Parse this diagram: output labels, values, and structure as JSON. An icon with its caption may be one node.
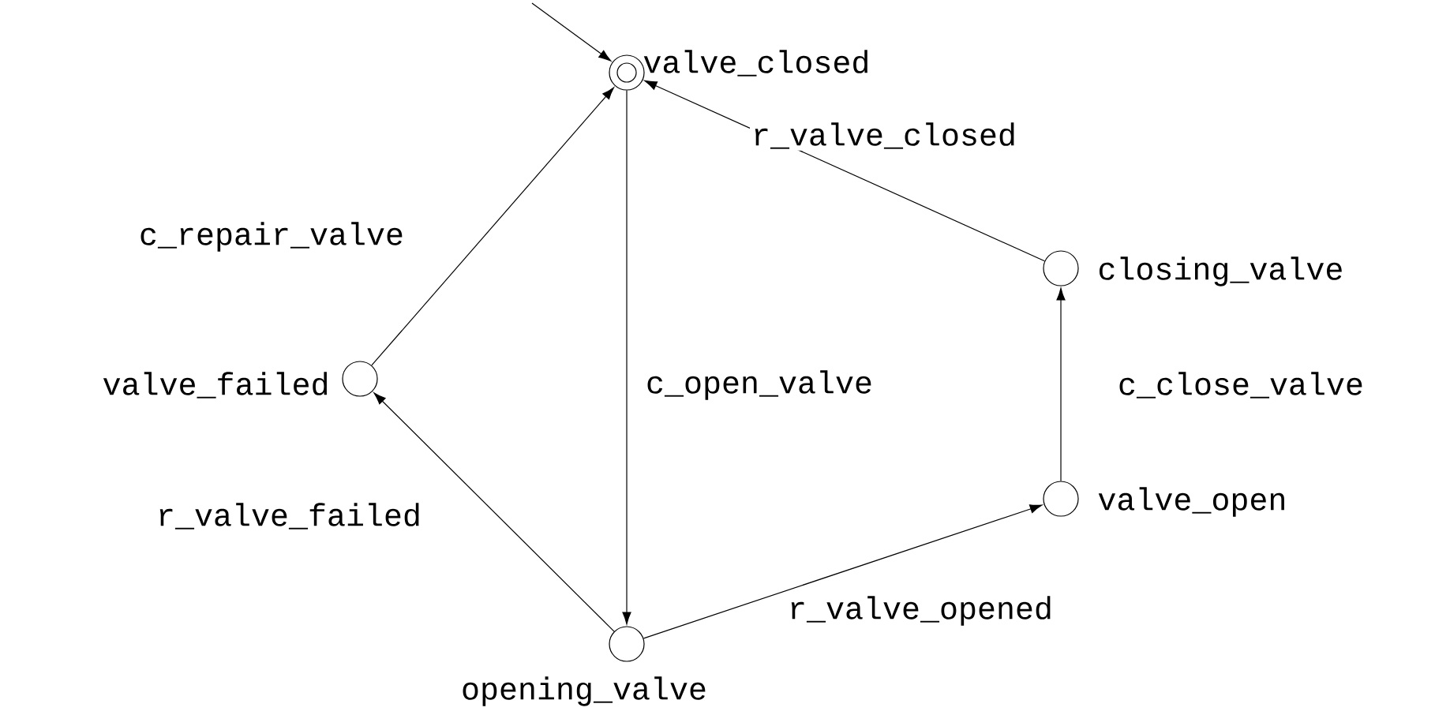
{
  "diagram": {
    "nodes": [
      {
        "text": [
          "valve_closed"
        ]
      },
      {
        "text": [
          "valve_failed"
        ]
      },
      {
        "text": [
          "opening_valve"
        ]
      },
      {
        "text": [
          "valve_open"
        ]
      },
      {
        "text": [
          "closing_valve"
        ]
      }
    ],
    "edges": [
      {
        "from": null,
        "to": 0,
        "arrow": "to"
      },
      {
        "from": 0,
        "to": 2,
        "arrow": "to",
        "label": "c_open_valve"
      },
      {
        "from": 2,
        "to": 1,
        "arrow": "to",
        "label": "r_valve_failed"
      },
      {
        "from": 1,
        "to": 0,
        "arrow": "to",
        "label": "c_repair_valve"
      },
      {
        "from": 2,
        "to": 3,
        "arrow": "to",
        "label": "r_valve_opened"
      },
      {
        "from": 3,
        "to": 4,
        "arrow": "to",
        "label": "c_close_valve"
      },
      {
        "from": 4,
        "to": 0,
        "arrow": "to",
        "label": "r_valve_closed"
      }
    ]
  }
}
